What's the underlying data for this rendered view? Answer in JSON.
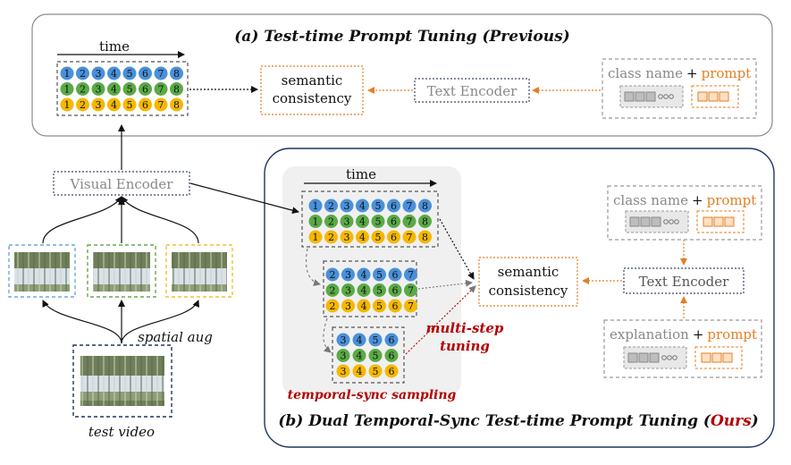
{
  "panel_a": {
    "title": "(a) Test-time Prompt Tuning (Previous)",
    "time_label": "time",
    "rows": [
      {
        "color": "#4a90d9",
        "numbers": [
          "1",
          "2",
          "3",
          "4",
          "5",
          "6",
          "7",
          "8"
        ]
      },
      {
        "color": "#5aaa46",
        "numbers": [
          "1",
          "2",
          "3",
          "4",
          "5",
          "6",
          "7",
          "8"
        ]
      },
      {
        "color": "#f5b800",
        "numbers": [
          "1",
          "2",
          "3",
          "4",
          "5",
          "6",
          "7",
          "8"
        ]
      }
    ],
    "semantic_line1": "semantic",
    "semantic_line2": "consistency",
    "text_encoder": "Text Encoder",
    "class_name": "class name",
    "plus": "+",
    "prompt": "prompt"
  },
  "left": {
    "visual_encoder": "Visual Encoder",
    "spatial_aug": "spatial aug",
    "test_video": "test video",
    "aug_border_colors": [
      "#6fa8dc",
      "#6aa84f",
      "#f1c232"
    ]
  },
  "panel_b": {
    "title_prefix": "(b) Dual Temporal-Sync Test-time Prompt Tuning (",
    "title_ours": "Ours",
    "title_suffix": ")",
    "time_label": "time",
    "group1": [
      {
        "color": "#4a90d9",
        "numbers": [
          "1",
          "2",
          "3",
          "4",
          "5",
          "6",
          "7",
          "8"
        ]
      },
      {
        "color": "#5aaa46",
        "numbers": [
          "1",
          "2",
          "3",
          "4",
          "5",
          "6",
          "7",
          "8"
        ]
      },
      {
        "color": "#f5b800",
        "numbers": [
          "1",
          "2",
          "3",
          "4",
          "5",
          "6",
          "7",
          "8"
        ]
      }
    ],
    "group2": [
      {
        "color": "#4a90d9",
        "numbers": [
          "2",
          "3",
          "4",
          "5",
          "6",
          "7"
        ]
      },
      {
        "color": "#5aaa46",
        "numbers": [
          "2",
          "3",
          "4",
          "5",
          "6",
          "7"
        ]
      },
      {
        "color": "#f5b800",
        "numbers": [
          "2",
          "3",
          "4",
          "5",
          "6",
          "7"
        ]
      }
    ],
    "group3": [
      {
        "color": "#4a90d9",
        "numbers": [
          "3",
          "4",
          "5",
          "6"
        ]
      },
      {
        "color": "#5aaa46",
        "numbers": [
          "3",
          "4",
          "5",
          "6"
        ]
      },
      {
        "color": "#f5b800",
        "numbers": [
          "3",
          "4",
          "5",
          "6"
        ]
      }
    ],
    "semantic_line1": "semantic",
    "semantic_line2": "consistency",
    "text_encoder": "Text Encoder",
    "class_name": "class name",
    "explanation": "explanation",
    "plus": "+",
    "prompt": "prompt",
    "multi_step_line1": "multi-step",
    "multi_step_line2": "tuning",
    "temporal_sync": "temporal-sync sampling"
  },
  "colors": {
    "orange": "#e67e22",
    "dark_red": "#b30000",
    "gray_text": "#888888",
    "navy": "#1f3560"
  }
}
